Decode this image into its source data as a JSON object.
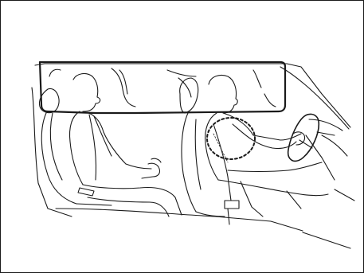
{
  "figure": {
    "kind": "line-art illustration",
    "subject": "vehicle-cabin-side-view",
    "ink_color": "#1a1a1a",
    "background_color": "#ffffff",
    "elements": {
      "border": "outer-frame",
      "airbag": "curtain-shield-airbag",
      "rear_occupant": "rear-passenger",
      "front_occupant": "driver",
      "steering_wheel": "steering-wheel",
      "seat_belt_highlight": "dotted-circle-highlight"
    }
  }
}
